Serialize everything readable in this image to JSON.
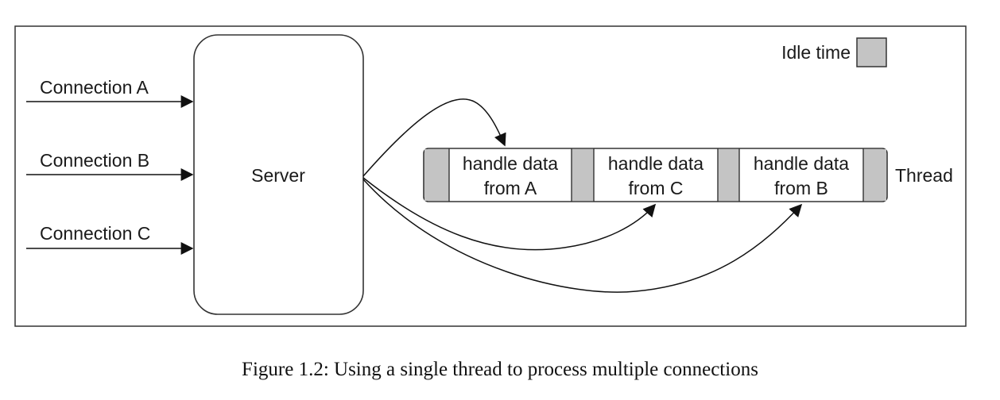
{
  "legend": {
    "label": "Idle time",
    "idle_color": "#c4c4c4"
  },
  "connections": [
    "Connection A",
    "Connection B",
    "Connection C"
  ],
  "server": {
    "label": "Server"
  },
  "thread": {
    "label": "Thread",
    "tasks": [
      {
        "line1": "handle data",
        "line2": "from A"
      },
      {
        "line1": "handle data",
        "line2": "from C"
      },
      {
        "line1": "handle data",
        "line2": "from B"
      }
    ]
  },
  "caption": "Figure 1.2: Using a single thread to process multiple connections"
}
